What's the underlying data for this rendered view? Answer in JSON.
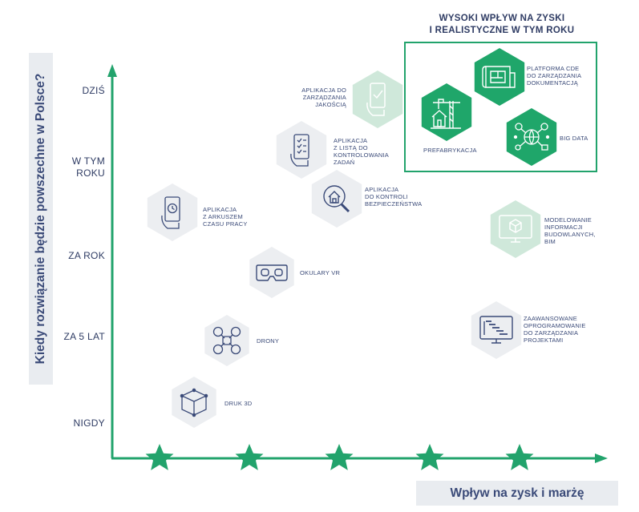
{
  "y_axis": {
    "title": "Kiedy rozwiązanie będzie powszechne w Polsce?",
    "ticks": [
      "DZIŚ",
      "W TYM\nROKU",
      "ZA ROK",
      "ZA 5 LAT",
      "NIGDY"
    ]
  },
  "x_axis": {
    "title": "Wpływ na zysk i marżę",
    "star_count": 5
  },
  "highlight": {
    "title_line1": "WYSOKI WPŁYW NA ZYSKI",
    "title_line2": "I REALISTYCZNE W TYM ROKU"
  },
  "colors": {
    "accent_green": "#22a36c",
    "highlight_hex": "#1fa66a",
    "light_green_hex": "#cfe8da",
    "gray_hex": "#eceef1",
    "icon_navy": "#3a4a78",
    "text_navy": "#2e3b63"
  },
  "items": [
    {
      "id": "druk-3d",
      "label": "DRUK 3D",
      "icon": "cube-icon",
      "style": "gray"
    },
    {
      "id": "drony",
      "label": "DRONY",
      "icon": "drone-icon",
      "style": "gray"
    },
    {
      "id": "okulary-vr",
      "label": "OKULARY VR",
      "icon": "vr-goggles-icon",
      "style": "gray"
    },
    {
      "id": "arkusz-czasu",
      "label": "APLIKACJA\nZ ARKUSZEM\nCZASU PRACY",
      "icon": "phone-clock-icon",
      "style": "gray"
    },
    {
      "id": "lista-zadan",
      "label": "APLIKACJA\nZ LISTĄ DO\nKONTROLOWANIA\nZADAŃ",
      "icon": "phone-checklist-icon",
      "style": "gray"
    },
    {
      "id": "kontrola-bezp",
      "label": "APLIKACJA\nDO KONTROLI\nBEZPIECZEŃSTWA",
      "icon": "house-magnifier-icon",
      "style": "gray"
    },
    {
      "id": "jakosc",
      "label": "APLIKACJA DO\nZARZĄDZANIA\nJAKOŚCIĄ",
      "icon": "phone-check-icon",
      "style": "light"
    },
    {
      "id": "prefabrykacja",
      "label": "PREFABRYKACJA",
      "icon": "crane-house-icon",
      "style": "green"
    },
    {
      "id": "cde",
      "label": "PLATFORMA CDE\nDO ZARZĄDZANIA\nDOKUMENTACJĄ",
      "icon": "blueprint-icon",
      "style": "green"
    },
    {
      "id": "big-data",
      "label": "BIG DATA",
      "icon": "network-globe-icon",
      "style": "green"
    },
    {
      "id": "bim",
      "label": "MODELOWANIE\nINFORMACJI\nBUDOWLANYCH,\nBIM",
      "icon": "monitor-cube-icon",
      "style": "light"
    },
    {
      "id": "oprogramowanie",
      "label": "ZAAWANSOWANE\nOPROGRAMOWANIE\nDO ZARZĄDZANIA\nPROJEKTAMI",
      "icon": "monitor-gantt-icon",
      "style": "gray"
    }
  ]
}
